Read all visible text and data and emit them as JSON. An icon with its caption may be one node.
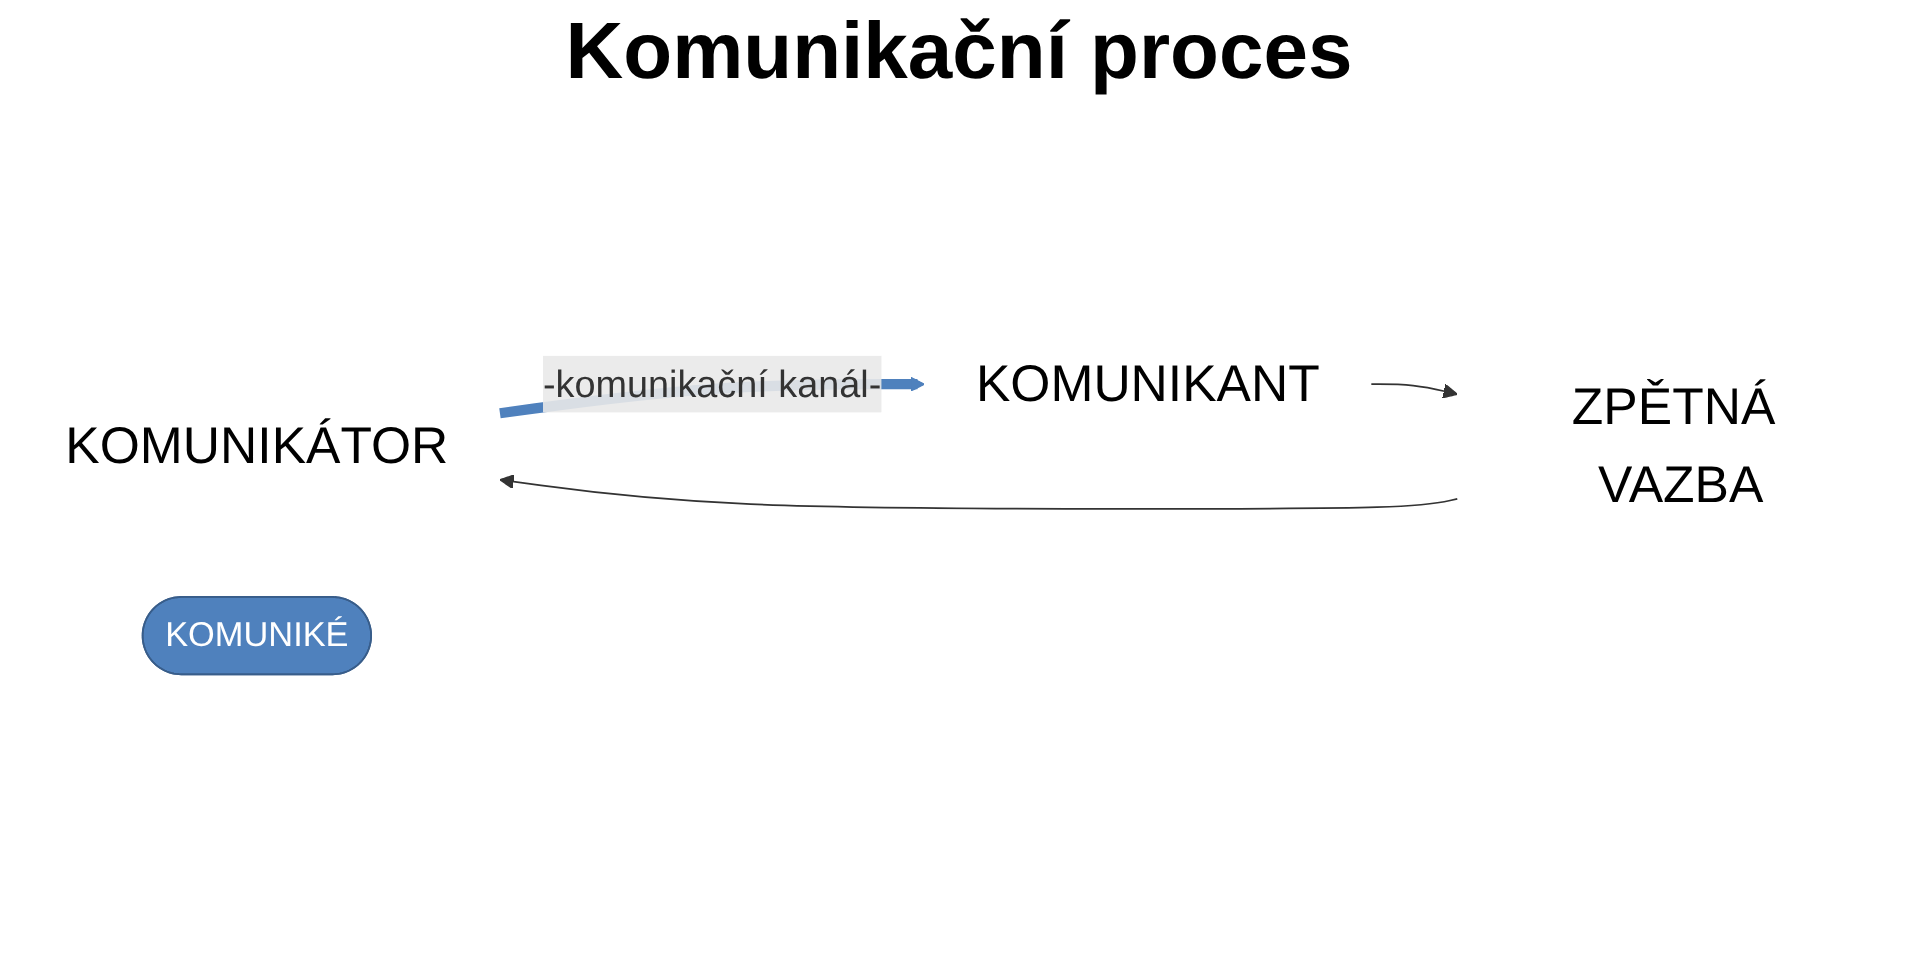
{
  "diagram": {
    "title": "Komunikační proces",
    "nodes": [
      {
        "text": [
          "KOMUNIKÁTOR"
        ]
      },
      {
        "text": [
          "KOMUNIKANT"
        ]
      },
      {
        "text": [
          "KOMUNIKÉ"
        ]
      },
      {
        "text": [
          "ZPĚTNÁ VAZBA"
        ]
      }
    ],
    "edges": [
      {
        "from": 0,
        "to": 1,
        "arrow": "to",
        "label": "-komunikační kanál-",
        "style": "thick",
        "color": "#4f81bd"
      },
      {
        "from": 1,
        "to": 3,
        "arrow": "to"
      },
      {
        "from": 3,
        "to": 0,
        "arrow": "to"
      }
    ]
  }
}
